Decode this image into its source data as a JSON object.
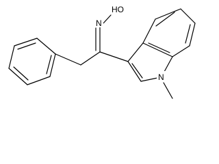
{
  "structure": {
    "labels": {
      "hydroxyl": "HO",
      "oxime_nitrogen": "N",
      "indole_nitrogen": "N"
    }
  }
}
